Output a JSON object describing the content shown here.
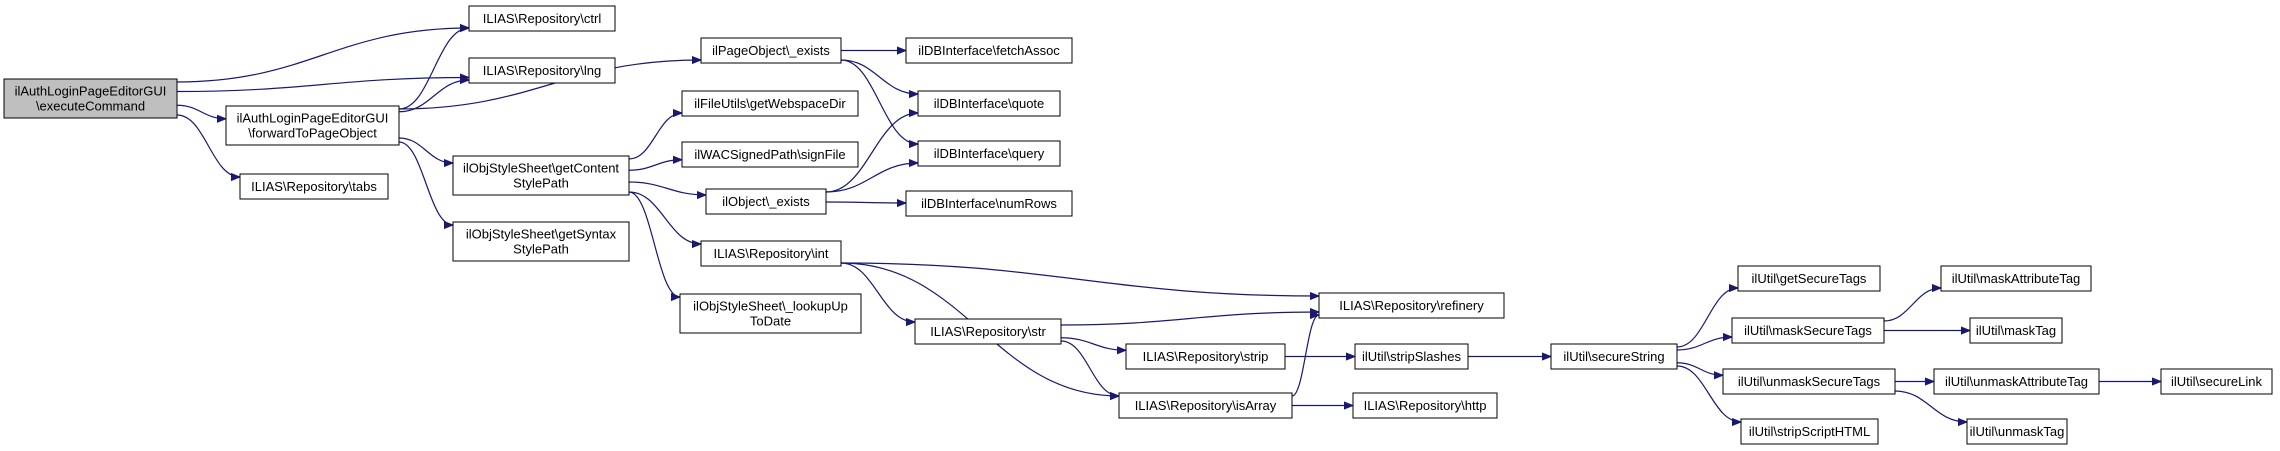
{
  "nodes": [
    {
      "id": "root",
      "lines": [
        "ilAuthLoginPageEditorGUI",
        "\\executeCommand"
      ],
      "root": true
    },
    {
      "id": "ctrl",
      "lines": [
        "ILIAS\\Repository\\ctrl"
      ]
    },
    {
      "id": "lng",
      "lines": [
        "ILIAS\\Repository\\lng"
      ]
    },
    {
      "id": "fwd",
      "lines": [
        "ilAuthLoginPageEditorGUI",
        "\\forwardToPageObject"
      ]
    },
    {
      "id": "tabs",
      "lines": [
        "ILIAS\\Repository\\tabs"
      ]
    },
    {
      "id": "pageexists",
      "lines": [
        "ilPageObject\\_exists"
      ]
    },
    {
      "id": "webspace",
      "lines": [
        "ilFileUtils\\getWebspaceDir"
      ]
    },
    {
      "id": "getcontent",
      "lines": [
        "ilObjStyleSheet\\getContent",
        "StylePath"
      ]
    },
    {
      "id": "syntax",
      "lines": [
        "ilObjStyleSheet\\getSyntax",
        "StylePath"
      ]
    },
    {
      "id": "signfile",
      "lines": [
        "ilWACSignedPath\\signFile"
      ]
    },
    {
      "id": "objexists",
      "lines": [
        "ilObject\\_exists"
      ]
    },
    {
      "id": "int",
      "lines": [
        "ILIAS\\Repository\\int"
      ]
    },
    {
      "id": "lookup",
      "lines": [
        "ilObjStyleSheet\\_lookupUp",
        "ToDate"
      ]
    },
    {
      "id": "fetchassoc",
      "lines": [
        "ilDBInterface\\fetchAssoc"
      ]
    },
    {
      "id": "quote",
      "lines": [
        "ilDBInterface\\quote"
      ]
    },
    {
      "id": "query",
      "lines": [
        "ilDBInterface\\query"
      ]
    },
    {
      "id": "numrows",
      "lines": [
        "ilDBInterface\\numRows"
      ]
    },
    {
      "id": "str",
      "lines": [
        "ILIAS\\Repository\\str"
      ]
    },
    {
      "id": "refinery",
      "lines": [
        "ILIAS\\Repository\\refinery"
      ]
    },
    {
      "id": "strip",
      "lines": [
        "ILIAS\\Repository\\strip"
      ]
    },
    {
      "id": "isarray",
      "lines": [
        "ILIAS\\Repository\\isArray"
      ]
    },
    {
      "id": "stripslashes",
      "lines": [
        "ilUtil\\stripSlashes"
      ]
    },
    {
      "id": "http",
      "lines": [
        "ILIAS\\Repository\\http"
      ]
    },
    {
      "id": "securestring",
      "lines": [
        "ilUtil\\secureString"
      ]
    },
    {
      "id": "getsecuretags",
      "lines": [
        "ilUtil\\getSecureTags"
      ]
    },
    {
      "id": "masksecuretags",
      "lines": [
        "ilUtil\\maskSecureTags"
      ]
    },
    {
      "id": "unmasksecuretags",
      "lines": [
        "ilUtil\\unmaskSecureTags"
      ]
    },
    {
      "id": "stripscript",
      "lines": [
        "ilUtil\\stripScriptHTML"
      ]
    },
    {
      "id": "maskattr",
      "lines": [
        "ilUtil\\maskAttributeTag"
      ]
    },
    {
      "id": "masktag",
      "lines": [
        "ilUtil\\maskTag"
      ]
    },
    {
      "id": "unmaskattr",
      "lines": [
        "ilUtil\\unmaskAttributeTag"
      ]
    },
    {
      "id": "unmasktag",
      "lines": [
        "ilUtil\\unmaskTag"
      ]
    },
    {
      "id": "securelink",
      "lines": [
        "ilUtil\\secureLink"
      ]
    }
  ],
  "edges": [
    {
      "from": "root",
      "to": "ctrl"
    },
    {
      "from": "root",
      "to": "lng"
    },
    {
      "from": "root",
      "to": "fwd"
    },
    {
      "from": "root",
      "to": "tabs"
    },
    {
      "from": "fwd",
      "to": "ctrl"
    },
    {
      "from": "fwd",
      "to": "lng"
    },
    {
      "from": "fwd",
      "to": "pageexists"
    },
    {
      "from": "fwd",
      "to": "getcontent"
    },
    {
      "from": "fwd",
      "to": "syntax"
    },
    {
      "from": "pageexists",
      "to": "fetchassoc"
    },
    {
      "from": "pageexists",
      "to": "quote"
    },
    {
      "from": "pageexists",
      "to": "query"
    },
    {
      "from": "getcontent",
      "to": "webspace"
    },
    {
      "from": "getcontent",
      "to": "signfile"
    },
    {
      "from": "getcontent",
      "to": "objexists"
    },
    {
      "from": "getcontent",
      "to": "int"
    },
    {
      "from": "getcontent",
      "to": "lookup"
    },
    {
      "from": "objexists",
      "to": "quote"
    },
    {
      "from": "objexists",
      "to": "query"
    },
    {
      "from": "objexists",
      "to": "numrows"
    },
    {
      "from": "int",
      "to": "refinery"
    },
    {
      "from": "int",
      "to": "str"
    },
    {
      "from": "int",
      "to": "isarray"
    },
    {
      "from": "str",
      "to": "refinery"
    },
    {
      "from": "str",
      "to": "strip"
    },
    {
      "from": "str",
      "to": "isarray"
    },
    {
      "from": "strip",
      "to": "stripslashes"
    },
    {
      "from": "isarray",
      "to": "refinery"
    },
    {
      "from": "isarray",
      "to": "http"
    },
    {
      "from": "stripslashes",
      "to": "securestring"
    },
    {
      "from": "securestring",
      "to": "getsecuretags"
    },
    {
      "from": "securestring",
      "to": "masksecuretags"
    },
    {
      "from": "securestring",
      "to": "unmasksecuretags"
    },
    {
      "from": "securestring",
      "to": "stripscript"
    },
    {
      "from": "masksecuretags",
      "to": "maskattr"
    },
    {
      "from": "masksecuretags",
      "to": "masktag"
    },
    {
      "from": "unmasksecuretags",
      "to": "unmaskattr"
    },
    {
      "from": "unmasksecuretags",
      "to": "unmasktag"
    },
    {
      "from": "unmaskattr",
      "to": "securelink"
    }
  ],
  "colors": {
    "edge": "#191970",
    "root_fill": "#bfbfbf",
    "node_fill": "#ffffff",
    "node_border": "#000000"
  }
}
